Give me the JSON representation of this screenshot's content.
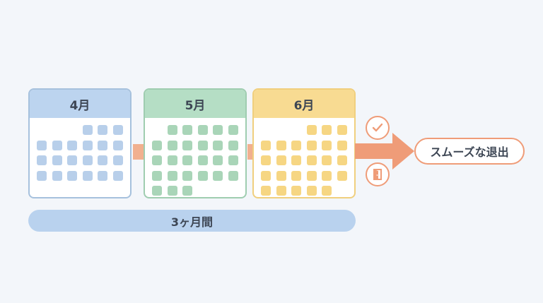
{
  "calendars": [
    {
      "month": "4月",
      "border": "#a6c1dd",
      "head_bg": "#bcd4ef",
      "cell": "#b8cfea"
    },
    {
      "month": "5月",
      "border": "#9fcdb0",
      "head_bg": "#b5deC5",
      "cell": "#a9d5b8"
    },
    {
      "month": "6月",
      "border": "#f0cf7e",
      "head_bg": "#f8db92",
      "cell": "#f6d683"
    }
  ],
  "duration_label": "3ヶ月間",
  "result_label": "スムーズな退出",
  "icons": [
    "check-icon",
    "exit-door-icon"
  ],
  "arrow_color": "#ef9c78"
}
